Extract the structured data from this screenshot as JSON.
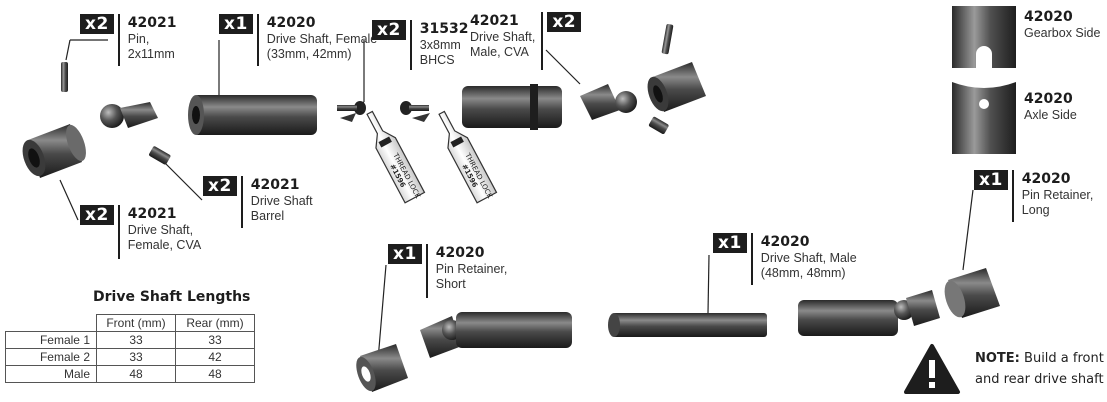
{
  "callouts": {
    "pin": {
      "qty": "x2",
      "part": "42021",
      "lines": [
        "Pin,",
        "2x11mm"
      ]
    },
    "ds_female": {
      "qty": "x1",
      "part": "42020",
      "lines": [
        "Drive Shaft, Female",
        "(33mm, 42mm)"
      ]
    },
    "bhcs": {
      "qty": "x2",
      "part": "31532",
      "lines": [
        "3x8mm",
        "BHCS"
      ]
    },
    "ds_male_cva": {
      "qty": "x2",
      "part": "42021",
      "lines": [
        "Drive Shaft,",
        "Male, CVA"
      ]
    },
    "barrel": {
      "qty": "x2",
      "part": "42021",
      "lines": [
        "Drive Shaft",
        "Barrel"
      ]
    },
    "ds_female_cva": {
      "qty": "x2",
      "part": "42021",
      "lines": [
        "Drive Shaft,",
        "Female, CVA"
      ]
    },
    "pin_ret_short": {
      "qty": "x1",
      "part": "42020",
      "lines": [
        "Pin Retainer,",
        "Short"
      ]
    },
    "ds_male": {
      "qty": "x1",
      "part": "42020",
      "lines": [
        "Drive Shaft, Male",
        "(48mm, 48mm)"
      ]
    },
    "pin_ret_long": {
      "qty": "x1",
      "part": "42020",
      "lines": [
        "Pin Retainer,",
        "Long"
      ]
    },
    "gearbox_side": {
      "part": "42020",
      "lines": [
        "Gearbox Side"
      ]
    },
    "axle_side": {
      "part": "42020",
      "lines": [
        "Axle Side"
      ]
    }
  },
  "threadlock": {
    "line1": "THREAD LOCK",
    "line2": "#1596"
  },
  "lengths_table": {
    "title": "Drive Shaft Lengths",
    "headers": [
      "Front (mm)",
      "Rear (mm)"
    ],
    "rows": [
      {
        "label": "Female 1",
        "front": "33",
        "rear": "33"
      },
      {
        "label": "Female 2",
        "front": "33",
        "rear": "42"
      },
      {
        "label": "Male",
        "front": "48",
        "rear": "48"
      }
    ]
  },
  "note": {
    "label": "NOTE:",
    "line1": "Build a front",
    "line2": "and rear drive shaft"
  }
}
